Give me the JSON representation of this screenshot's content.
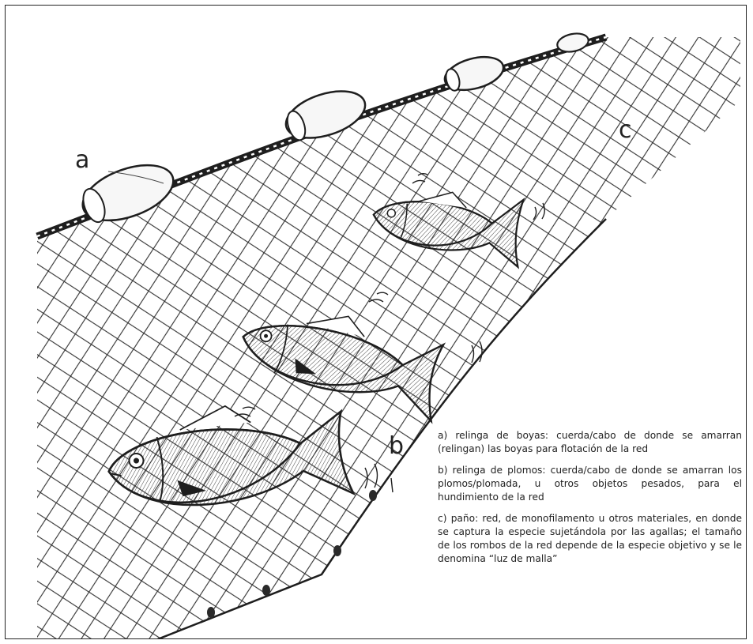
{
  "labels": {
    "a": "a",
    "b": "b",
    "c": "c"
  },
  "legend": {
    "a": "a) relinga de boyas: cuerda/cabo de donde se amarran (relingan) las boyas para flotación de la red",
    "b": "b) relinga de plomos: cuerda/cabo de donde se amarran los plomos/plomada, u otros objetos pesados, para el hundimiento de la red",
    "c": "c) paño: red, de monofilamento u otros materiales, en donde se captura la especie sujetándola por las agallas; el tamaño de los rombos de la red depende de la especie objetivo y se le denomina “luz de malla”"
  }
}
